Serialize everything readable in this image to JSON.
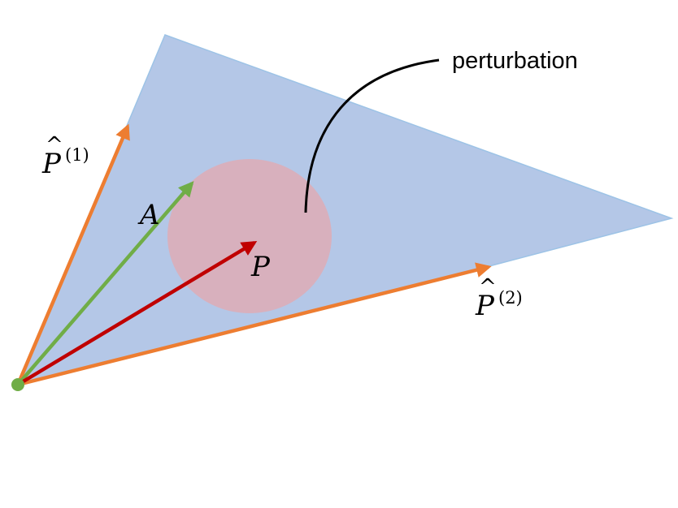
{
  "labels": {
    "perturbation": "perturbation",
    "p_hat_1": {
      "symbol": "P",
      "hat": "^",
      "superscript": "(1)"
    },
    "p_hat_2": {
      "symbol": "P",
      "hat": "^",
      "superscript": "(2)"
    },
    "a": "A",
    "p": "P"
  },
  "colors": {
    "cone_fill": "#b4c7e7",
    "cone_edge": "#9dc3e6",
    "disk_fill": "#d8b0bd",
    "orange_arrow": "#ed7d31",
    "green_arrow": "#70ad47",
    "red_arrow": "#c00000",
    "origin_dot": "#70ad47",
    "pointer_line": "#000000"
  },
  "icons": {
    "origin": "filled-circle",
    "vectors": "arrow"
  }
}
